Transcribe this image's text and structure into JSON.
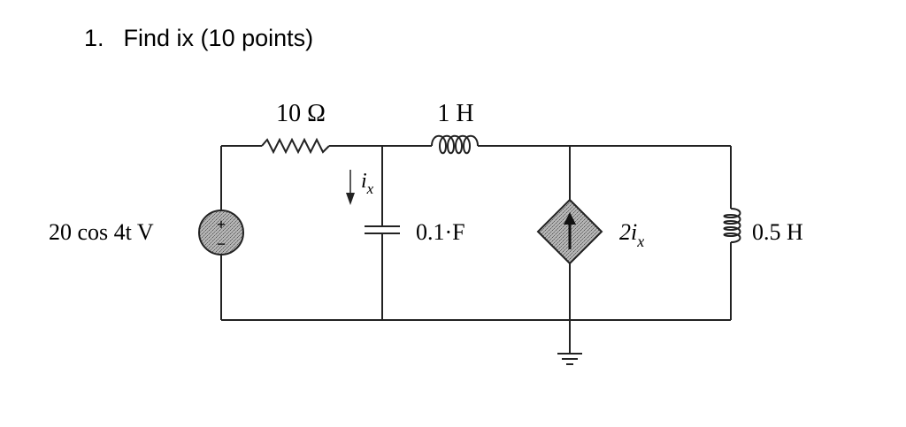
{
  "question": {
    "number": "1.",
    "text": "Find ix (10 points)"
  },
  "circuit": {
    "resistor_label": "10 Ω",
    "inductor_top_label": "1 H",
    "source_label": "20 cos 4t V",
    "capacitor_label": "0.1·F",
    "dependent_source_label": "2i",
    "dependent_source_subscript": "x",
    "current_label": "i",
    "current_subscript": "x",
    "inductor_right_label": "0.5 H",
    "source_polarity_plus": "+",
    "source_polarity_minus": "−"
  },
  "colors": {
    "wire": "#222222",
    "source_fill": "#9a9a9a"
  }
}
